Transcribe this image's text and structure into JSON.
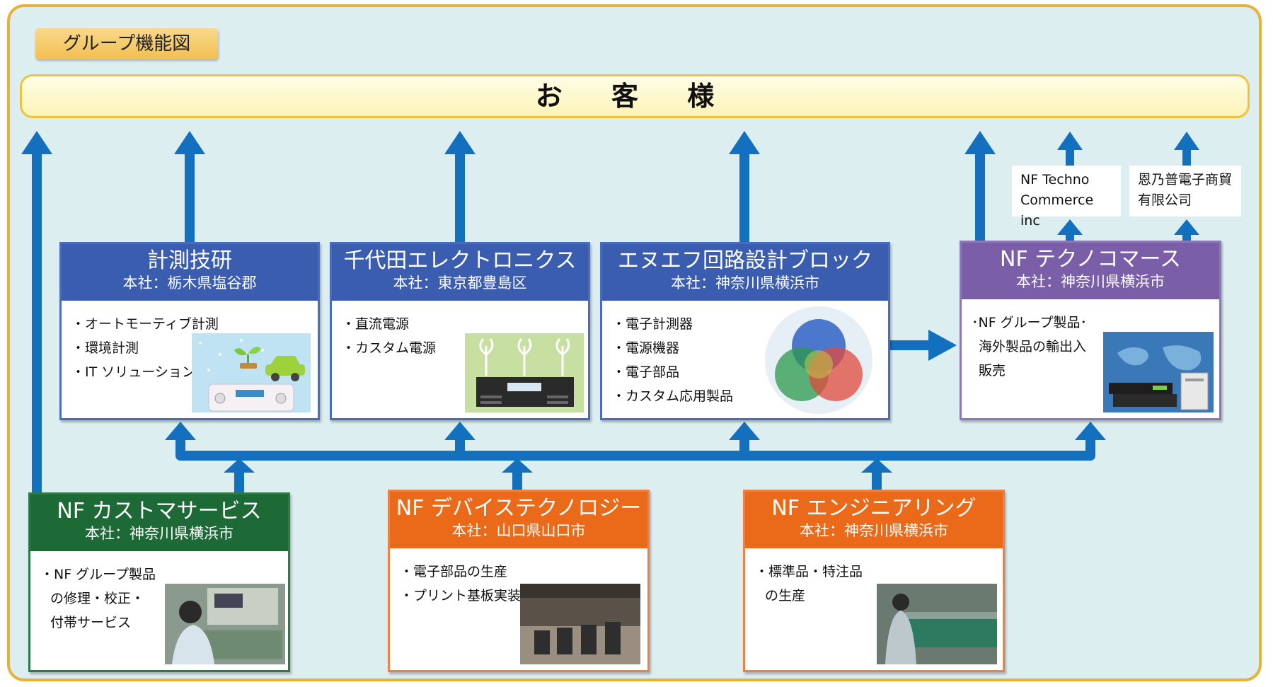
{
  "diagram": {
    "title": "グループ機能図",
    "customer": "お 客 様",
    "external": [
      {
        "line1": "NF Techno",
        "line2": "Commerce inc"
      },
      {
        "line1": "恩乃普電子商貿",
        "line2": "有限公司"
      }
    ],
    "companies": [
      {
        "name": "計測技研",
        "hq": "本社：栃木県塩谷郡",
        "items": [
          "・オートモーティブ計測",
          "・環境計測",
          "・IT ソリューション"
        ]
      },
      {
        "name": "千代田エレクトロニクス",
        "hq": "本社：東京都豊島区",
        "items": [
          "・直流電源",
          "・カスタム電源"
        ]
      },
      {
        "name": "エヌエフ回路設計ブロック",
        "hq": "本社：神奈川県横浜市",
        "items": [
          "・電子計測器",
          "・電源機器",
          "・電子部品",
          "・カスタム応用製品"
        ]
      },
      {
        "name": "NF テクノコマース",
        "hq": "本社：神奈川県横浜市",
        "items": [
          "･NF グループ製品･",
          "海外製品の輸出入",
          "販売"
        ]
      },
      {
        "name": "NF カストマサービス",
        "hq": "本社：神奈川県横浜市",
        "items": [
          "・NF グループ製品",
          "の修理・校正・",
          "付帯サービス"
        ]
      },
      {
        "name": "NF デバイステクノロジー",
        "hq": "本社：山口県山口市",
        "items": [
          "・電子部品の生産",
          "・プリント基板実装"
        ]
      },
      {
        "name": "NF エンジニアリング",
        "hq": "本社：神奈川県横浜市",
        "items": [
          "・標準品・特注品",
          "の生産"
        ]
      }
    ],
    "colors": {
      "blue": "#3a5db0",
      "purple": "#7a5ea8",
      "green": "#1e6a36",
      "orange": "#ea6a1a",
      "arrow": "#1270bf"
    }
  }
}
